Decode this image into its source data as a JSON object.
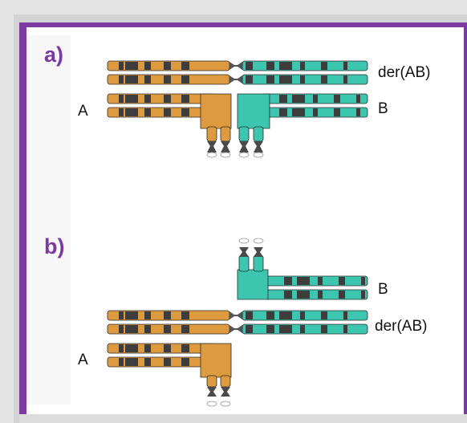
{
  "panels": [
    {
      "label": "a)",
      "chromosomes": {
        "derivative": "der(AB)",
        "left": "A",
        "right": "B"
      }
    },
    {
      "label": "b)",
      "chromosomes": {
        "derivative": "der(AB)",
        "left": "A",
        "right": "B"
      }
    }
  ],
  "colors": {
    "chromosome_a": "#dd9a3f",
    "chromosome_b": "#3cc6b0",
    "dark_band": "#3d3d3d",
    "frame_accent": "#7a3aa0"
  }
}
